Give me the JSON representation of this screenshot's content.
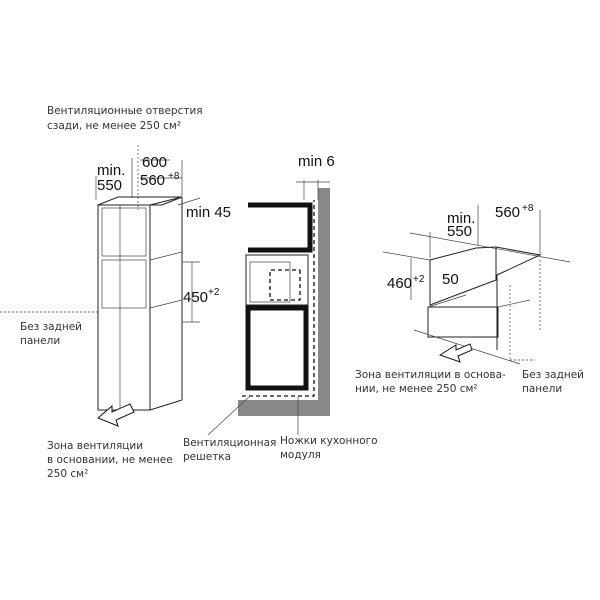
{
  "left_diagram": {
    "vent_rear_note": [
      "Вентиляционные отверстия",
      "сзади, не менее 250 см²"
    ],
    "dim_min": "min.",
    "dim_550": "550",
    "dim_600": "600",
    "dim_560": "560",
    "dim_560_tol": "+8",
    "dim_min45": "min 45",
    "dim_450": "450",
    "dim_450_tol": "+2",
    "no_back_panel": [
      "Без задней",
      "панели"
    ],
    "base_vent_note": [
      "Зона вентиляции",
      "в основании, не менее",
      "250 см²"
    ]
  },
  "middle_diagram": {
    "dim_min6": "min 6",
    "vent_grille": [
      "Вентиляционная",
      "решетка"
    ],
    "unit_legs": [
      "Ножки кухонного",
      "модуля"
    ]
  },
  "right_diagram": {
    "dim_min": "min.",
    "dim_550": "550",
    "dim_560": "560",
    "dim_560_tol": "+8",
    "dim_460": "460",
    "dim_460_tol": "+2",
    "dim_50": "50",
    "base_vent_note": [
      "Зона вентиляции в основа-",
      "нии, не менее 250 см²"
    ],
    "no_back_panel": [
      "Без задней",
      "панели"
    ]
  }
}
